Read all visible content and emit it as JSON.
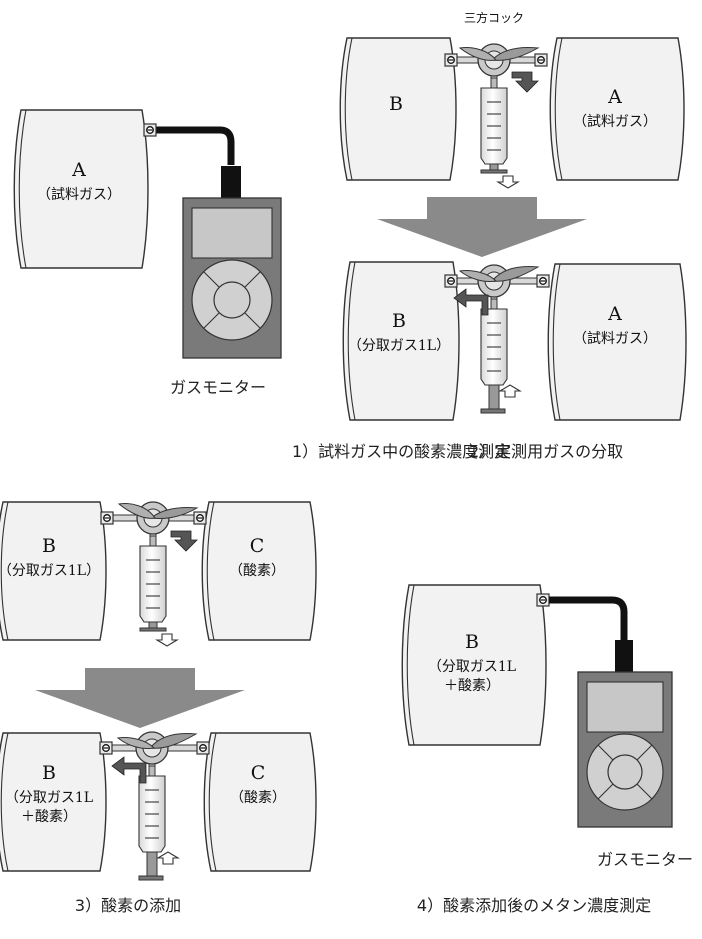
{
  "valve_label": "三方コック",
  "monitor_label": "ガスモニター",
  "captions": {
    "c1": "1）試料ガス中の酸素濃度測定",
    "c2": "2）実測用ガスの分取",
    "c3": "3）酸素の添加",
    "c4": "4）酸素添加後のメタン濃度測定"
  },
  "bags": {
    "p1_a": {
      "letter": "A",
      "sub": [
        "（試料ガス）"
      ]
    },
    "p2t_b": {
      "letter": "B",
      "sub": []
    },
    "p2t_a": {
      "letter": "A",
      "sub": [
        "（試料ガス）"
      ]
    },
    "p2b_b": {
      "letter": "B",
      "sub": [
        "（分取ガス1L）"
      ]
    },
    "p2b_a": {
      "letter": "A",
      "sub": [
        "（試料ガス）"
      ]
    },
    "p3t_b": {
      "letter": "B",
      "sub": [
        "（分取ガス1L）"
      ]
    },
    "p3t_c": {
      "letter": "C",
      "sub": [
        "（酸素）"
      ]
    },
    "p3b_b": {
      "letter": "B",
      "sub": [
        "（分取ガス1L",
        "＋酸素）"
      ]
    },
    "p3b_c": {
      "letter": "C",
      "sub": [
        "（酸素）"
      ]
    },
    "p4_b": {
      "letter": "B",
      "sub": [
        "（分取ガス1L",
        "＋酸素）"
      ]
    }
  },
  "colors": {
    "bag_fill": "#f2f2f2",
    "outline": "#333333",
    "monitor_body": "#7a7a7a",
    "screen": "#c7c7c7",
    "arrow_dark": "#555555",
    "big_arrow": "#8a8a8a"
  }
}
